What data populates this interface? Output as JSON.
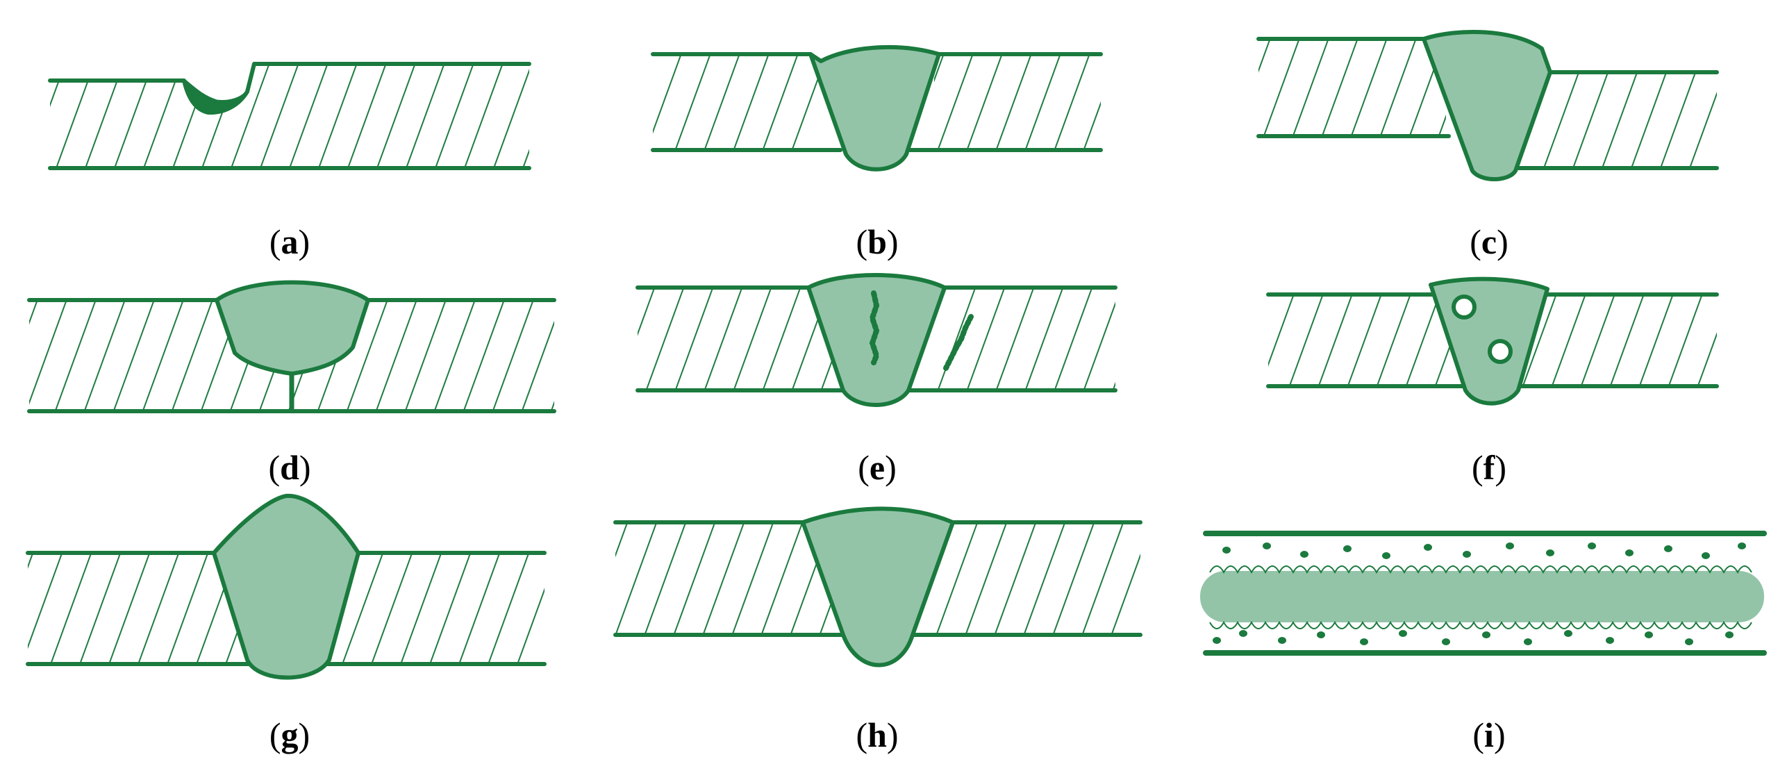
{
  "colors": {
    "outline": "#1b7a3e",
    "weld_fill": "#93c4a8",
    "defect_dark": "#1b7a3e",
    "background": "#ffffff"
  },
  "panels": [
    {
      "id": "a",
      "label_open": "(",
      "letter": "a",
      "label_close": ")"
    },
    {
      "id": "b",
      "label_open": "(",
      "letter": "b",
      "label_close": ")"
    },
    {
      "id": "c",
      "label_open": "(",
      "letter": "c",
      "label_close": ")"
    },
    {
      "id": "d",
      "label_open": "(",
      "letter": "d",
      "label_close": ")"
    },
    {
      "id": "e",
      "label_open": "(",
      "letter": "e",
      "label_close": ")"
    },
    {
      "id": "f",
      "label_open": "(",
      "letter": "f",
      "label_close": ")"
    },
    {
      "id": "g",
      "label_open": "(",
      "letter": "g",
      "label_close": ")"
    },
    {
      "id": "h",
      "label_open": "(",
      "letter": "h",
      "label_close": ")"
    },
    {
      "id": "i",
      "label_open": "(",
      "letter": "i",
      "label_close": ")"
    }
  ]
}
